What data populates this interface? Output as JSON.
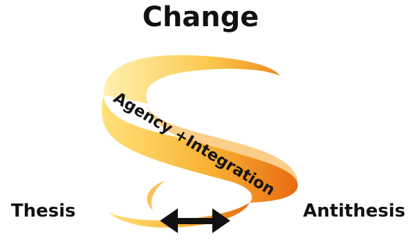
{
  "diagram": {
    "title": "Change",
    "left_label": "Thesis",
    "right_label": "Antithesis",
    "ribbon_label": "Agency +Integration",
    "ribbon_colors": {
      "light": "#FFE27A",
      "mid": "#F9B233",
      "dark": "#E86A10"
    },
    "arrow_color": "#111111",
    "arrow_icon": "double-headed-arrow"
  }
}
